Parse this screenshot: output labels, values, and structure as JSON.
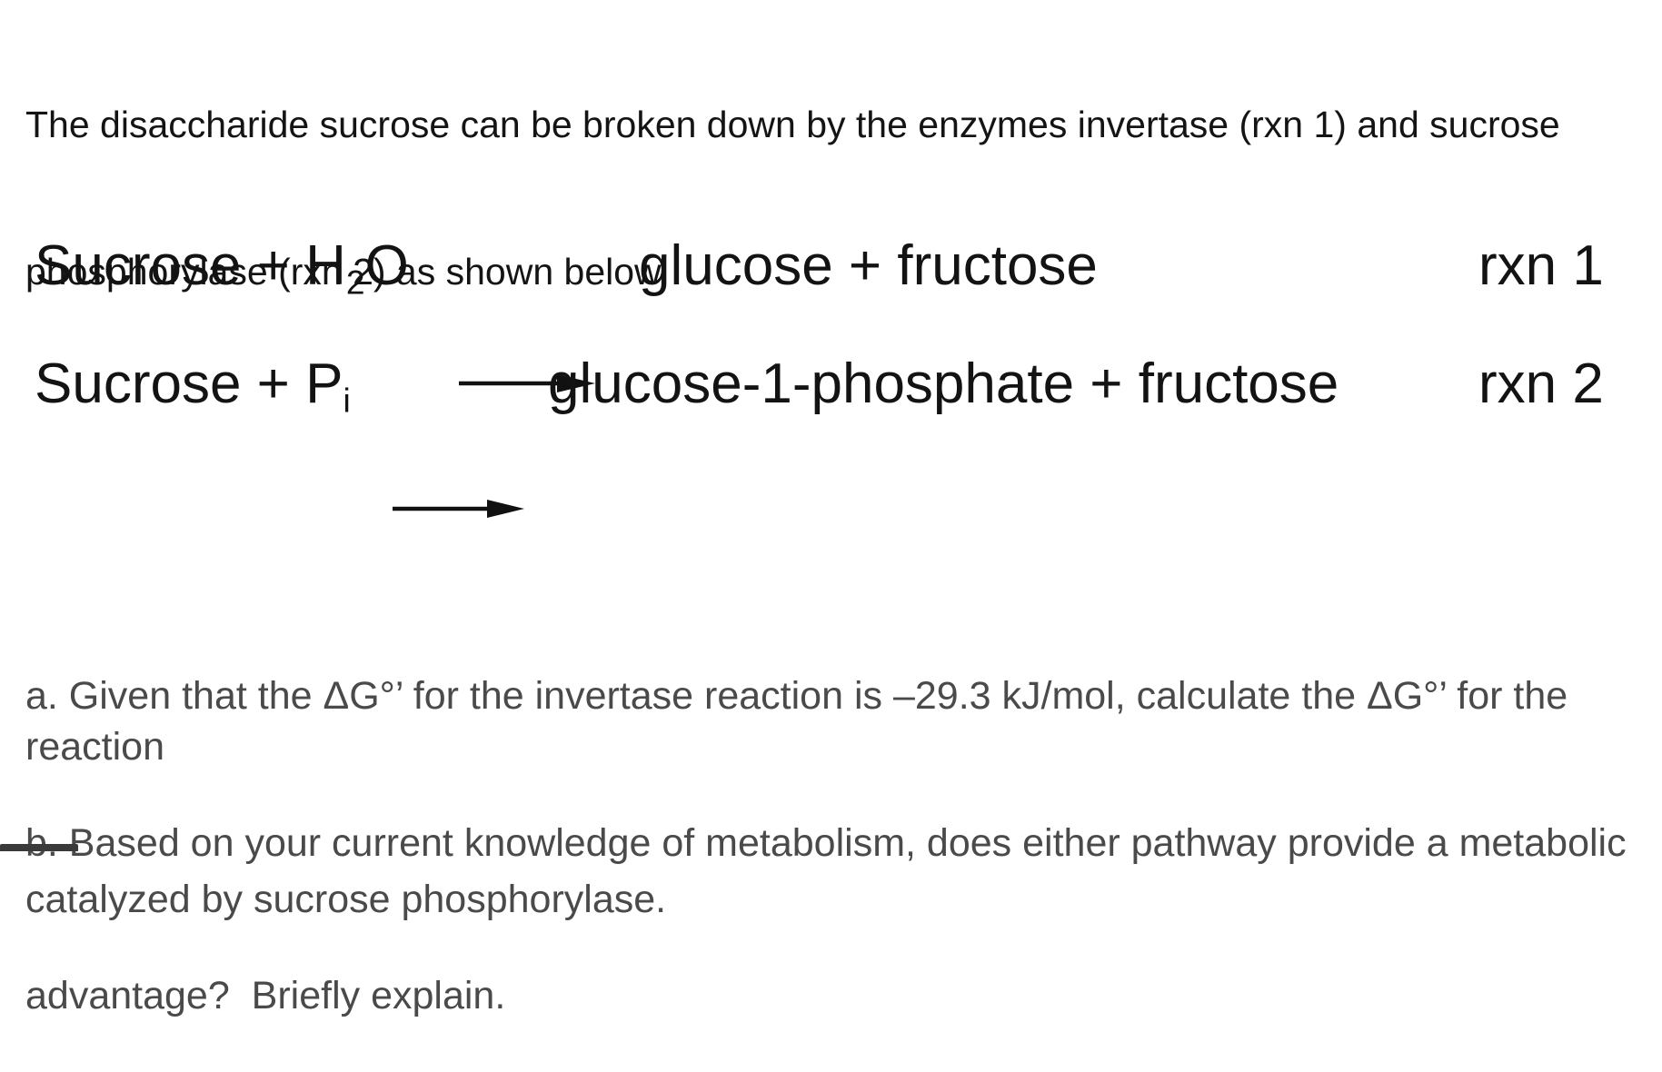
{
  "intro": {
    "line1": "The disaccharide sucrose can be broken down by the enzymes invertase (rxn 1) and sucrose",
    "line2": "phosphorylase (rxn 2) as shown below."
  },
  "reactions": [
    {
      "lhs_pre": "Sucrose + H",
      "lhs_sub": "2",
      "lhs_post": "O",
      "rhs": "glucose + fructose",
      "label": "rxn 1"
    },
    {
      "lhs_pre": "Sucrose + P",
      "lhs_sub": "i",
      "lhs_post": "",
      "rhs": "glucose-1-phosphate + fructose",
      "label": "rxn 2"
    }
  ],
  "questions": {
    "a": {
      "line1": "a. Given that the ΔG°’ for the invertase reaction is –29.3 kJ/mol, calculate the ΔG°’ for the reaction",
      "line2": "catalyzed by sucrose phosphorylase."
    },
    "b": {
      "line1": "b. Based on your current knowledge of metabolism, does either pathway provide a metabolic",
      "line2": "advantage?  Briefly explain."
    }
  },
  "colors": {
    "body_text": "#141414",
    "reaction_text": "#131313",
    "question_text": "#4a4a4a",
    "background": "#ffffff"
  }
}
